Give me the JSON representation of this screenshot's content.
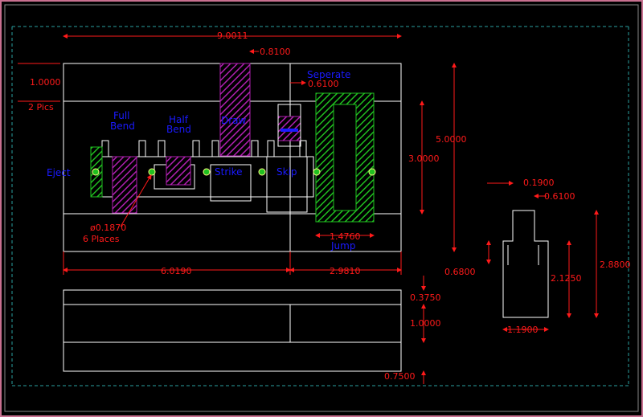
{
  "colors": {
    "background": "#000000",
    "outline": "#ffffff",
    "dimension": "#ff1a1a",
    "label": "#1a1aff",
    "purple_fill": "#b020b0",
    "green_fill": "#20c020",
    "border_pink": "#c87090",
    "border_teal": "#2aa0a0"
  },
  "dimensions": {
    "overall_width": "9.0011",
    "top_slot_width": "0.8100",
    "upper_height": "1.0000",
    "upper_count": "2 Pics",
    "separate_slot": "0.6100",
    "inner_height": "3.0000",
    "overall_height": "5.0000",
    "hole_dia": "ø0.1870",
    "hole_count": "6 Places",
    "jump_width": "1.4760",
    "left_section": "6.0190",
    "right_section": "2.9810",
    "side_top": "0.3750",
    "side_mid": "1.0000",
    "side_bot": "0.7500",
    "detail_a": "0.1900",
    "detail_b": "0.6100",
    "detail_c": "0.6800",
    "detail_d": "2.1250",
    "detail_e": "2.8800",
    "detail_f": "1.1900"
  },
  "stations": {
    "eject": "Eject",
    "full_bend_1": "Full",
    "full_bend_2": "Bend",
    "half_bend_1": "Half",
    "half_bend_2": "Bend",
    "draw": "Draw",
    "strike": "Strike",
    "skip": "Skip",
    "separate": "Seperate",
    "jump": "Jump"
  }
}
